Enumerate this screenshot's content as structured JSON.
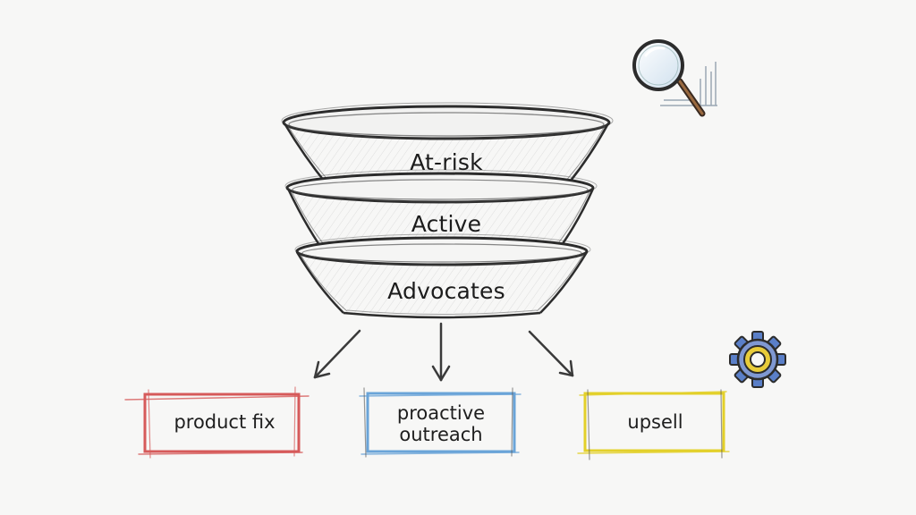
{
  "funnel": {
    "tiers": [
      {
        "label": "At-risk"
      },
      {
        "label": "Active"
      },
      {
        "label": "Advocates"
      }
    ]
  },
  "actions": [
    {
      "line1": "product fix",
      "line2": "",
      "color": "#d65a5a"
    },
    {
      "line1": "proactive",
      "line2": "outreach",
      "color": "#6aa4d8"
    },
    {
      "line1": "upsell",
      "line2": "",
      "color": "#e3d02a"
    }
  ],
  "icons": {
    "top_right": "magnifier-with-chart-icon",
    "bottom_right": "gear-icon"
  },
  "colors": {
    "ink": "#2a2a2a",
    "gear_blue": "#5a7fc8",
    "gear_yellow": "#e8cc3a"
  }
}
